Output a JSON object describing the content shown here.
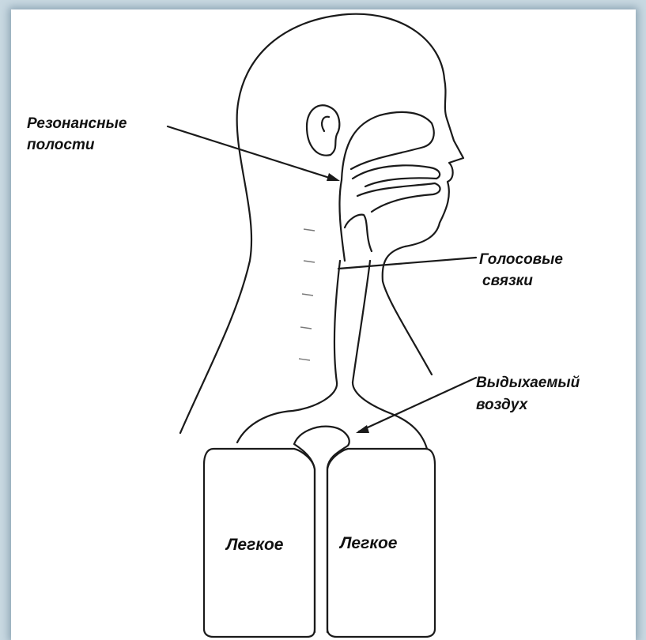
{
  "labels": {
    "resonance_line1": "Резонансные",
    "resonance_line2": "полости",
    "vocal_line1": "Голосовые",
    "vocal_line2": "связки",
    "exhaled_line1": "Выдыхаемый",
    "exhaled_line2": "воздух",
    "lung_left": "Легкое",
    "lung_right": "Легкое"
  },
  "colors": {
    "background": "#c9d9e2",
    "paper": "#ffffff",
    "ink": "#111111"
  }
}
